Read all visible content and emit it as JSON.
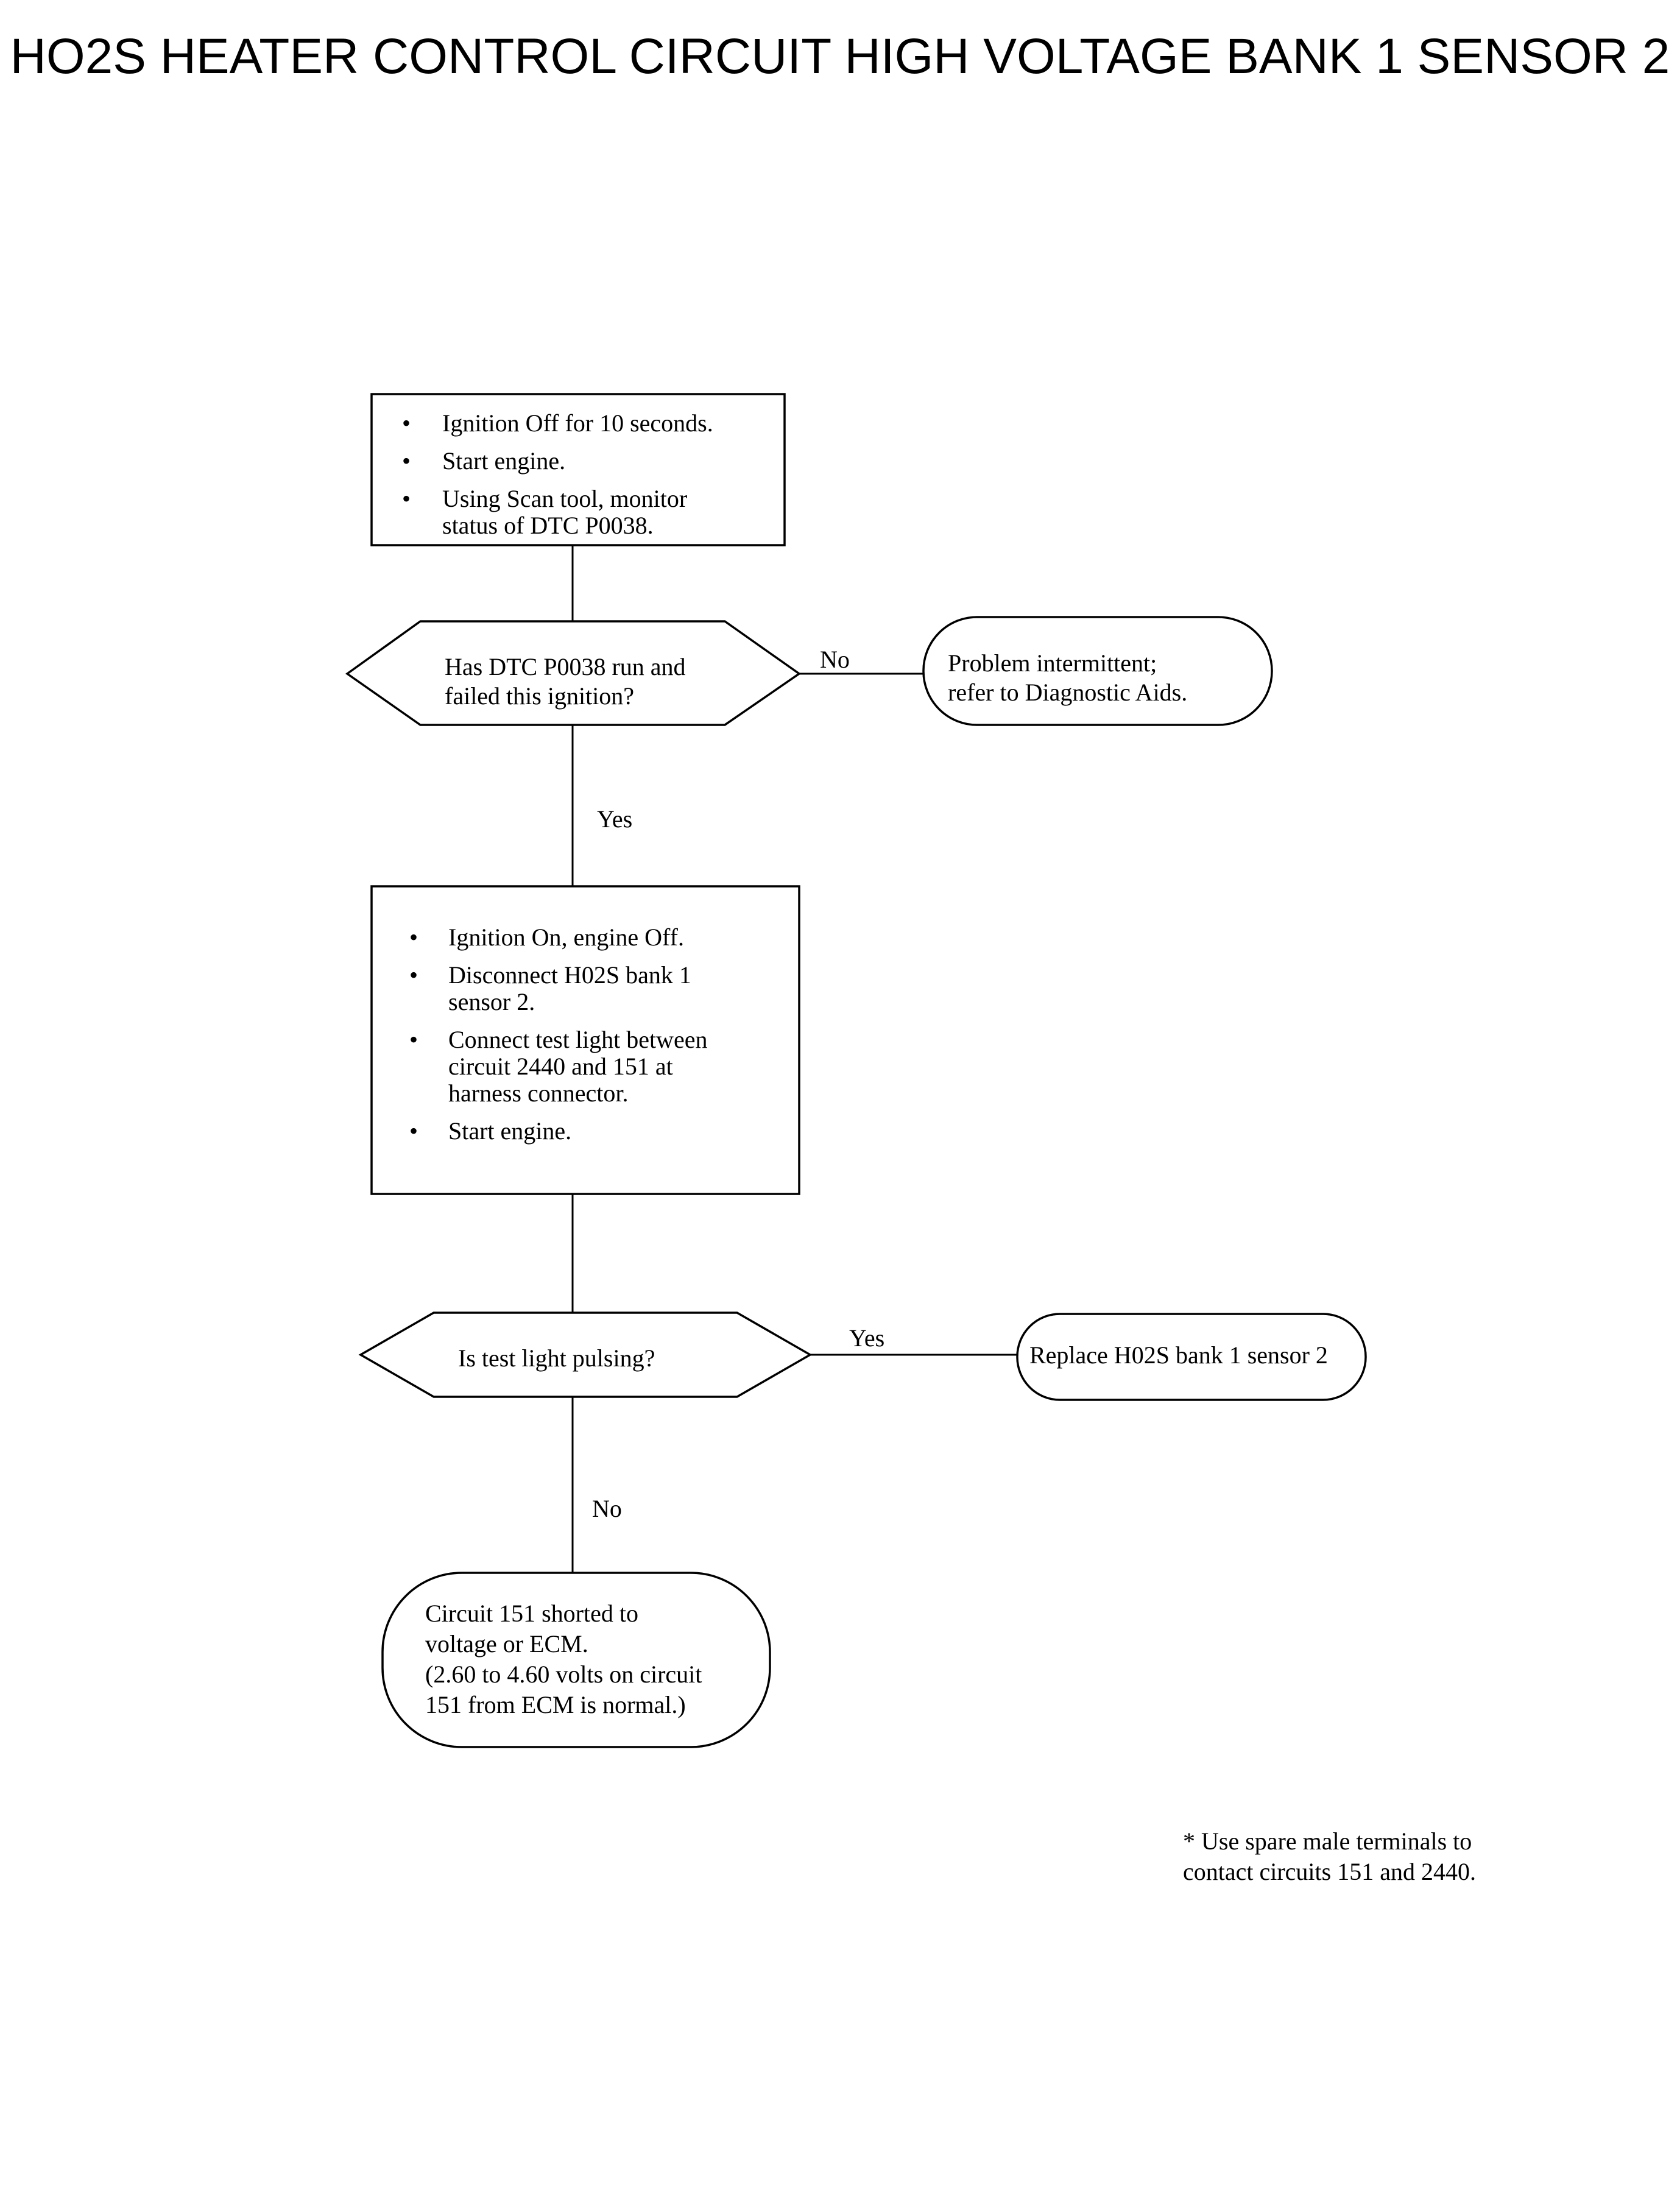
{
  "title": "HO2S HEATER CONTROL CIRCUIT HIGH VOLTAGE BANK 1 SENSOR 2",
  "steps": {
    "step1": {
      "bullets": [
        [
          "Ignition Off for 10 seconds."
        ],
        [
          "Start engine."
        ],
        [
          "Using Scan tool, monitor",
          "status of  DTC P0038."
        ]
      ]
    },
    "decision1": {
      "lines": [
        "Has DTC P0038 run and",
        "failed this ignition?"
      ],
      "no_label": "No",
      "yes_label": "Yes"
    },
    "result_intermittent": {
      "lines": [
        "Problem intermittent;",
        "refer to Diagnostic Aids."
      ]
    },
    "step2": {
      "bullets": [
        [
          "Ignition On, engine Off."
        ],
        [
          "Disconnect H02S bank 1",
          "sensor 2."
        ],
        [
          "Connect test light between",
          "circuit 2440 and 151 at",
          "harness connector."
        ],
        [
          "Start engine."
        ]
      ]
    },
    "decision2": {
      "lines": [
        "Is test light pulsing?"
      ],
      "yes_label": "Yes",
      "no_label": "No"
    },
    "result_replace": {
      "lines": [
        "Replace H02S bank 1 sensor 2"
      ]
    },
    "result_circuit": {
      "lines": [
        "Circuit 151 shorted to",
        "voltage or ECM.",
        "(2.60 to 4.60 volts on circuit",
        "151 from ECM is normal.)"
      ]
    }
  },
  "footnote": {
    "lines": [
      "*  Use spare male terminals to",
      "contact circuits 151 and 2440."
    ]
  },
  "bullet_glyph": "•"
}
